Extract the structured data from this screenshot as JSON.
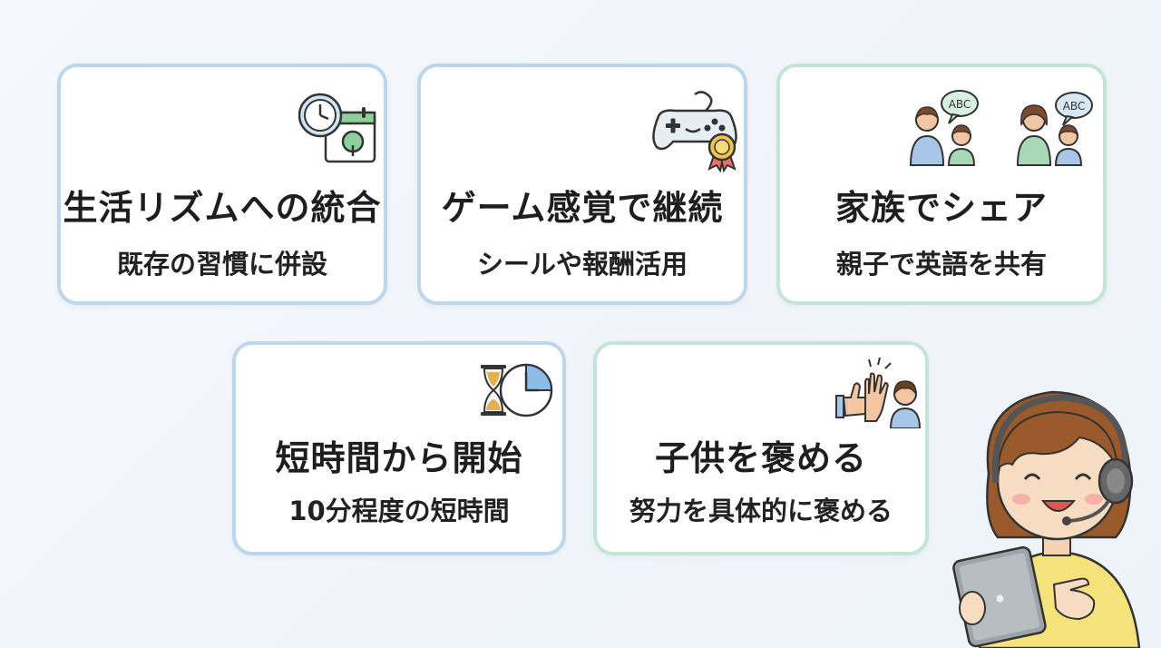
{
  "cards": [
    {
      "id": "c1",
      "title": "生活リズムへの統合",
      "subtitle": "既存の習慣に併設",
      "icon": "clock-calendar-icon",
      "border": "#bcd6ec"
    },
    {
      "id": "c2",
      "title": "ゲーム感覚で継続",
      "subtitle": "シールや報酬活用",
      "icon": "gamepad-medal-icon",
      "border": "#bcd6ec"
    },
    {
      "id": "c3",
      "title": "家族でシェア",
      "subtitle": "親子で英語を共有",
      "icon": "family-abc-icon",
      "border": "#c4e4d6"
    },
    {
      "id": "c4",
      "title": "短時間から開始",
      "subtitle": "10分程度の短時間",
      "icon": "hourglass-clock-icon",
      "border": "#bcd6ec"
    },
    {
      "id": "c5",
      "title": "子供を褒める",
      "subtitle": "努力を具体的に褒める",
      "icon": "thumbs-up-high-five-icon",
      "border": "#c4e4d6"
    }
  ],
  "bubbles": {
    "left": "ABC",
    "right": "ABC"
  },
  "character": "girl-with-headset-tablet-illustration"
}
